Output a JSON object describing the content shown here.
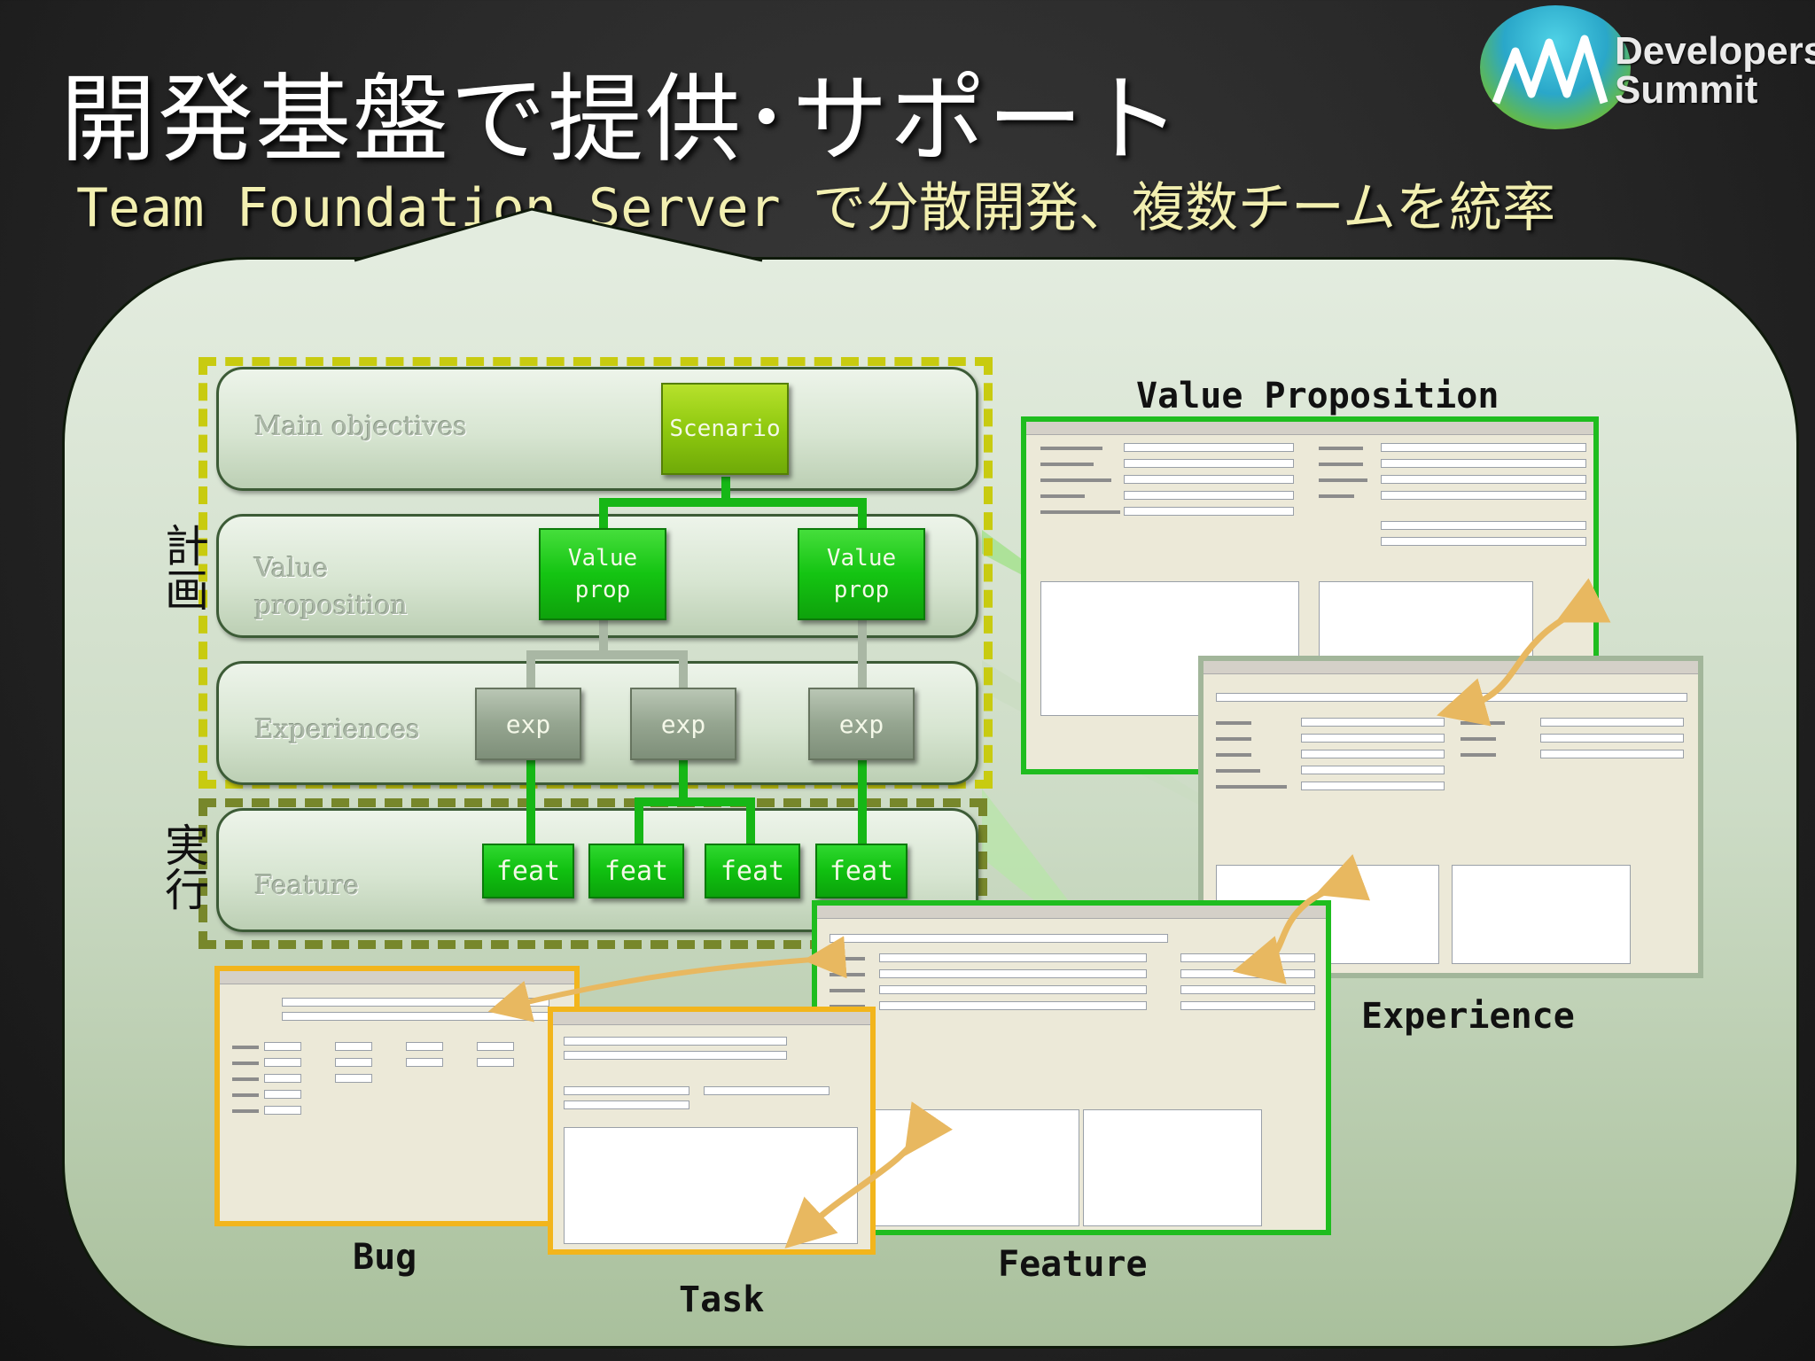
{
  "header": {
    "title": "開発基盤で提供･サポート",
    "subtitle": "Team Foundation Server で分散開発、複数チームを統率"
  },
  "logo": {
    "line1": "Developers",
    "line2": "Summit"
  },
  "phases": {
    "plan": "計画",
    "execute": "実行"
  },
  "rows": {
    "main_objectives": "Main objectives",
    "value_proposition": "Value\nproposition",
    "experiences": "Experiences",
    "feature": "Feature"
  },
  "boxes": {
    "scenario": "Scenario",
    "value_props": [
      "Value\nprop",
      "Value\nprop"
    ],
    "exps": [
      "exp",
      "exp",
      "exp"
    ],
    "feats": [
      "feat",
      "feat",
      "feat",
      "feat"
    ]
  },
  "captions": {
    "value_proposition": "Value Proposition",
    "experience": "Experience",
    "feature": "Feature",
    "bug": "Bug",
    "task": "Task"
  },
  "colors": {
    "accent_green": "#16b716",
    "plan_frame": "#c8cb10",
    "exec_frame": "#77872b",
    "scenario": "#8fc90f",
    "exp_gray": "#95a590",
    "bug_task_frame": "#f2b51c"
  },
  "icons": {
    "connector_arrow": "curved-double-arrow-icon",
    "logo": "mountain-logo-icon"
  }
}
